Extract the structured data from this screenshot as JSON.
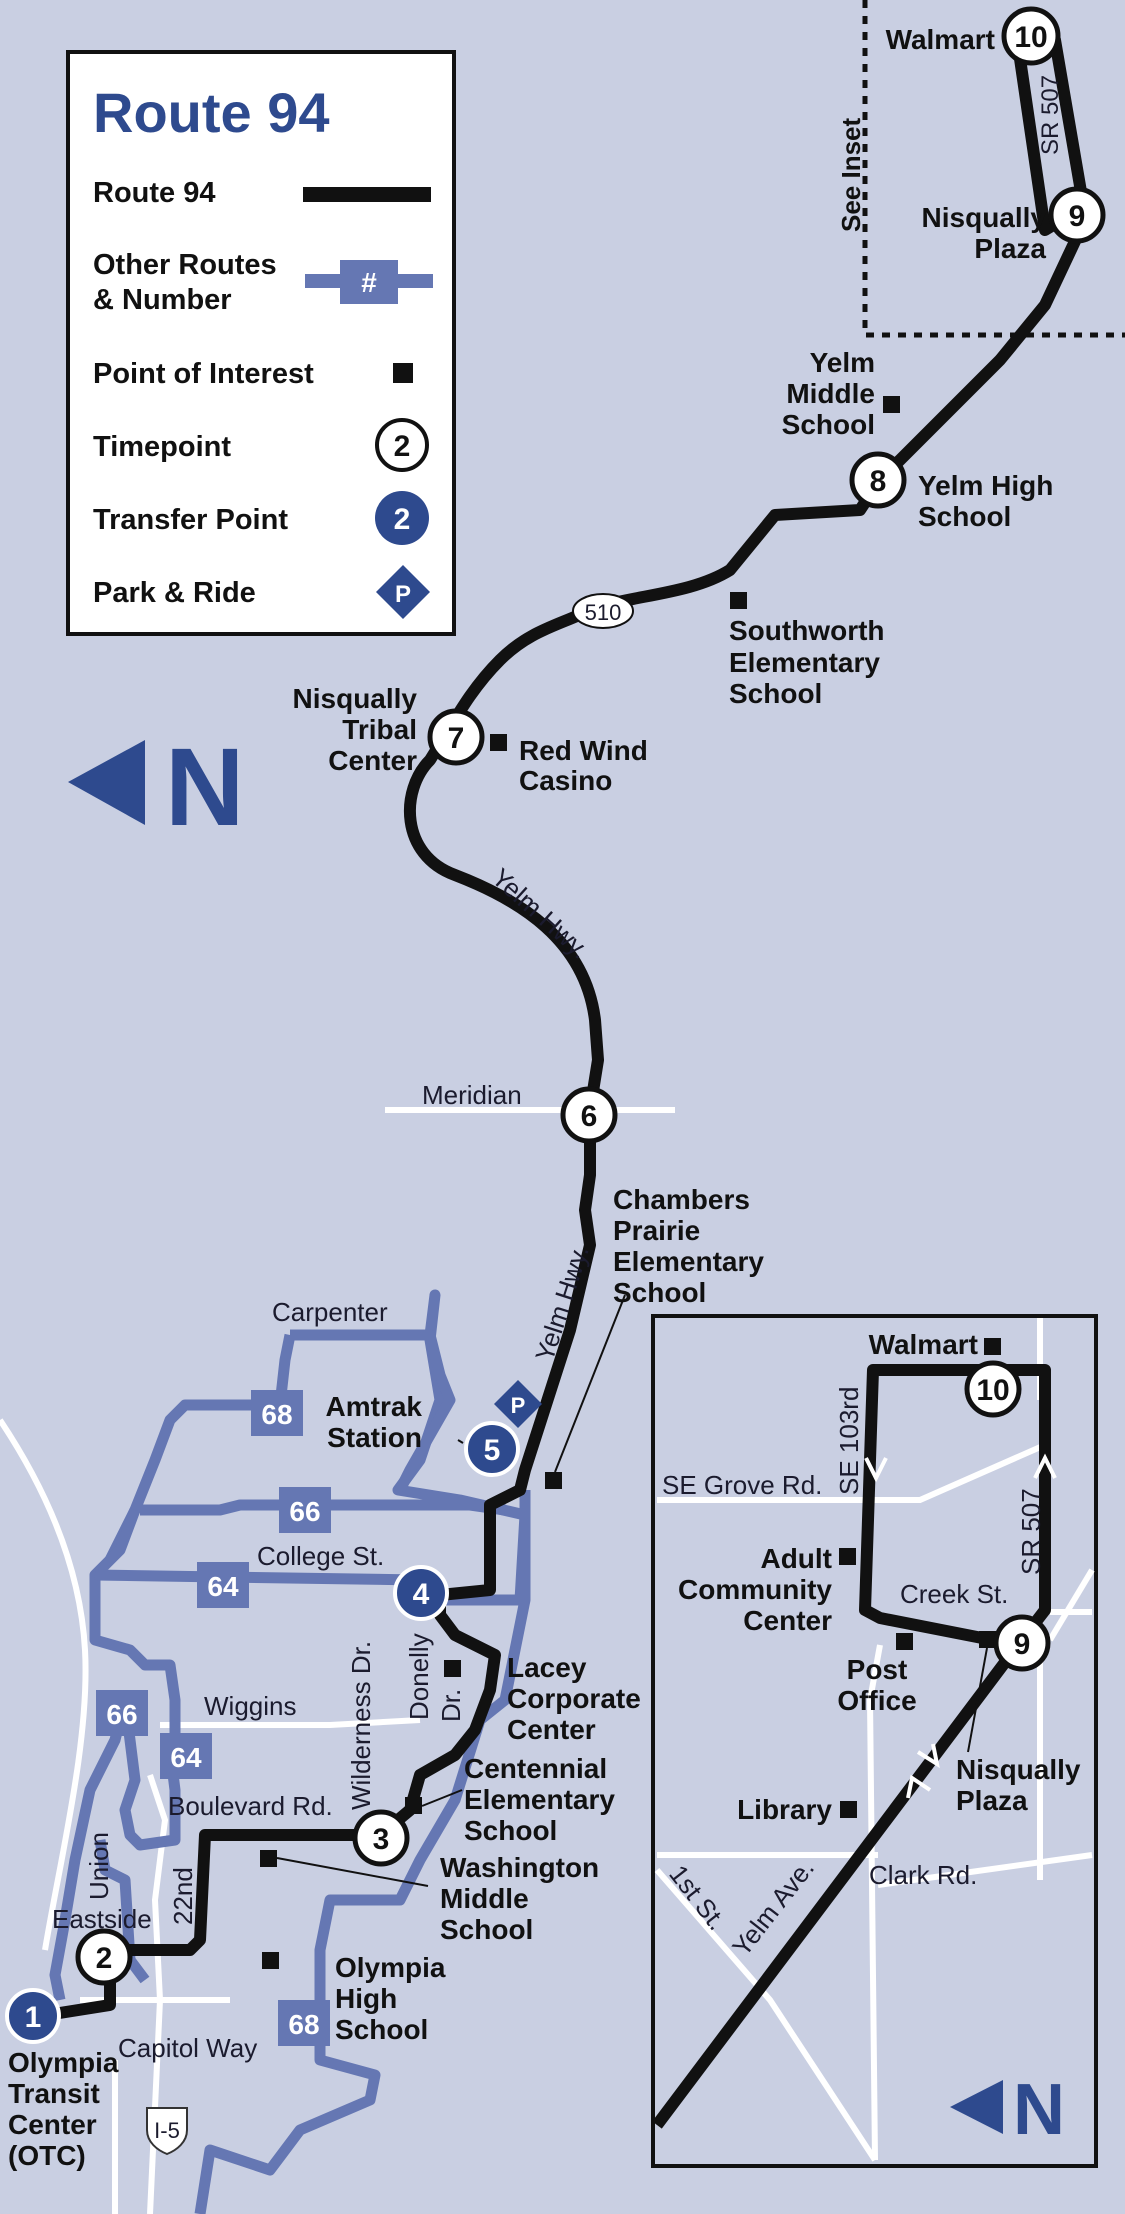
{
  "legend": {
    "title": "Route 94",
    "route_label": "Route 94",
    "other_routes_line1": "Other Routes",
    "other_routes_line2": "& Number",
    "other_routes_symbol": "#",
    "poi_label": "Point of Interest",
    "timepoint_label": "Timepoint",
    "timepoint_symbol": "2",
    "transfer_label": "Transfer Point",
    "transfer_symbol": "2",
    "park_ride_label": "Park & Ride",
    "park_ride_symbol": "P"
  },
  "colors": {
    "background": "#c9cfe2",
    "route": "#111111",
    "other_routes": "#6577b3",
    "brand_blue": "#2e4a8e",
    "street": "#ffffff"
  },
  "north_arrow": "N",
  "inset_north_arrow": "N",
  "see_inset": "See Inset",
  "timepoints": {
    "tp1": {
      "num": "1",
      "line1": "Olympia",
      "line2": "Transit",
      "line3": "Center",
      "line4": "(OTC)"
    },
    "tp2": {
      "num": "2"
    },
    "tp3": {
      "num": "3"
    },
    "tp4": {
      "num": "4"
    },
    "tp5": {
      "num": "5",
      "line1": "Amtrak",
      "line2": "Station"
    },
    "tp6": {
      "num": "6"
    },
    "tp7": {
      "num": "7",
      "line1": "Nisqually",
      "line2": "Tribal",
      "line3": "Center"
    },
    "tp8": {
      "num": "8",
      "line1": "Yelm High",
      "line2": "School"
    },
    "tp9": {
      "num": "9",
      "line1": "Nisqually",
      "line2": "Plaza"
    },
    "tp10": {
      "num": "10",
      "line1": "Walmart"
    }
  },
  "park_ride": "P",
  "other_routes": [
    "68",
    "66",
    "64",
    "66",
    "64",
    "68"
  ],
  "pois": {
    "yelm_middle": [
      "Yelm",
      "Middle",
      "School"
    ],
    "southworth": [
      "Southworth",
      "Elementary",
      "School"
    ],
    "red_wind": [
      "Red Wind",
      "Casino"
    ],
    "chambers": [
      "Chambers",
      "Prairie",
      "Elementary",
      "School"
    ],
    "lacey": [
      "Lacey",
      "Corporate",
      "Center"
    ],
    "centennial": [
      "Centennial",
      "Elementary",
      "School"
    ],
    "washington": [
      "Washington",
      "Middle",
      "School"
    ],
    "olympia_high": [
      "Olympia",
      "High",
      "School"
    ]
  },
  "roads": {
    "sr510": "510",
    "yelm_hwy_north": "Yelm Hwy.",
    "meridian": "Meridian",
    "yelm_hwy_south": "Yelm Hwy.",
    "carpenter": "Carpenter",
    "college": "College St.",
    "wiggins": "Wiggins",
    "boulevard": "Boulevard Rd.",
    "wilderness": "Wilderness Dr.",
    "donelly1": "Donelly",
    "donelly2": "Dr.",
    "union": "Union",
    "eastside": "Eastside",
    "twentysecond": "22nd",
    "capitol": "Capitol Way",
    "i5": "I-5",
    "sr507_main": "SR 507"
  },
  "inset": {
    "walmart": "Walmart",
    "tp10": "10",
    "tp9": "9",
    "se103rd": "SE 103rd",
    "sr507": "SR 507",
    "grove": "SE Grove Rd.",
    "adult": [
      "Adult",
      "Community",
      "Center"
    ],
    "creek": "Creek St.",
    "post_office": [
      "Post",
      "Office"
    ],
    "nisqually_plaza": [
      "Nisqually",
      "Plaza"
    ],
    "library": "Library",
    "clark": "Clark Rd.",
    "first": "1st St.",
    "yelm_ave": "Yelm Ave."
  }
}
